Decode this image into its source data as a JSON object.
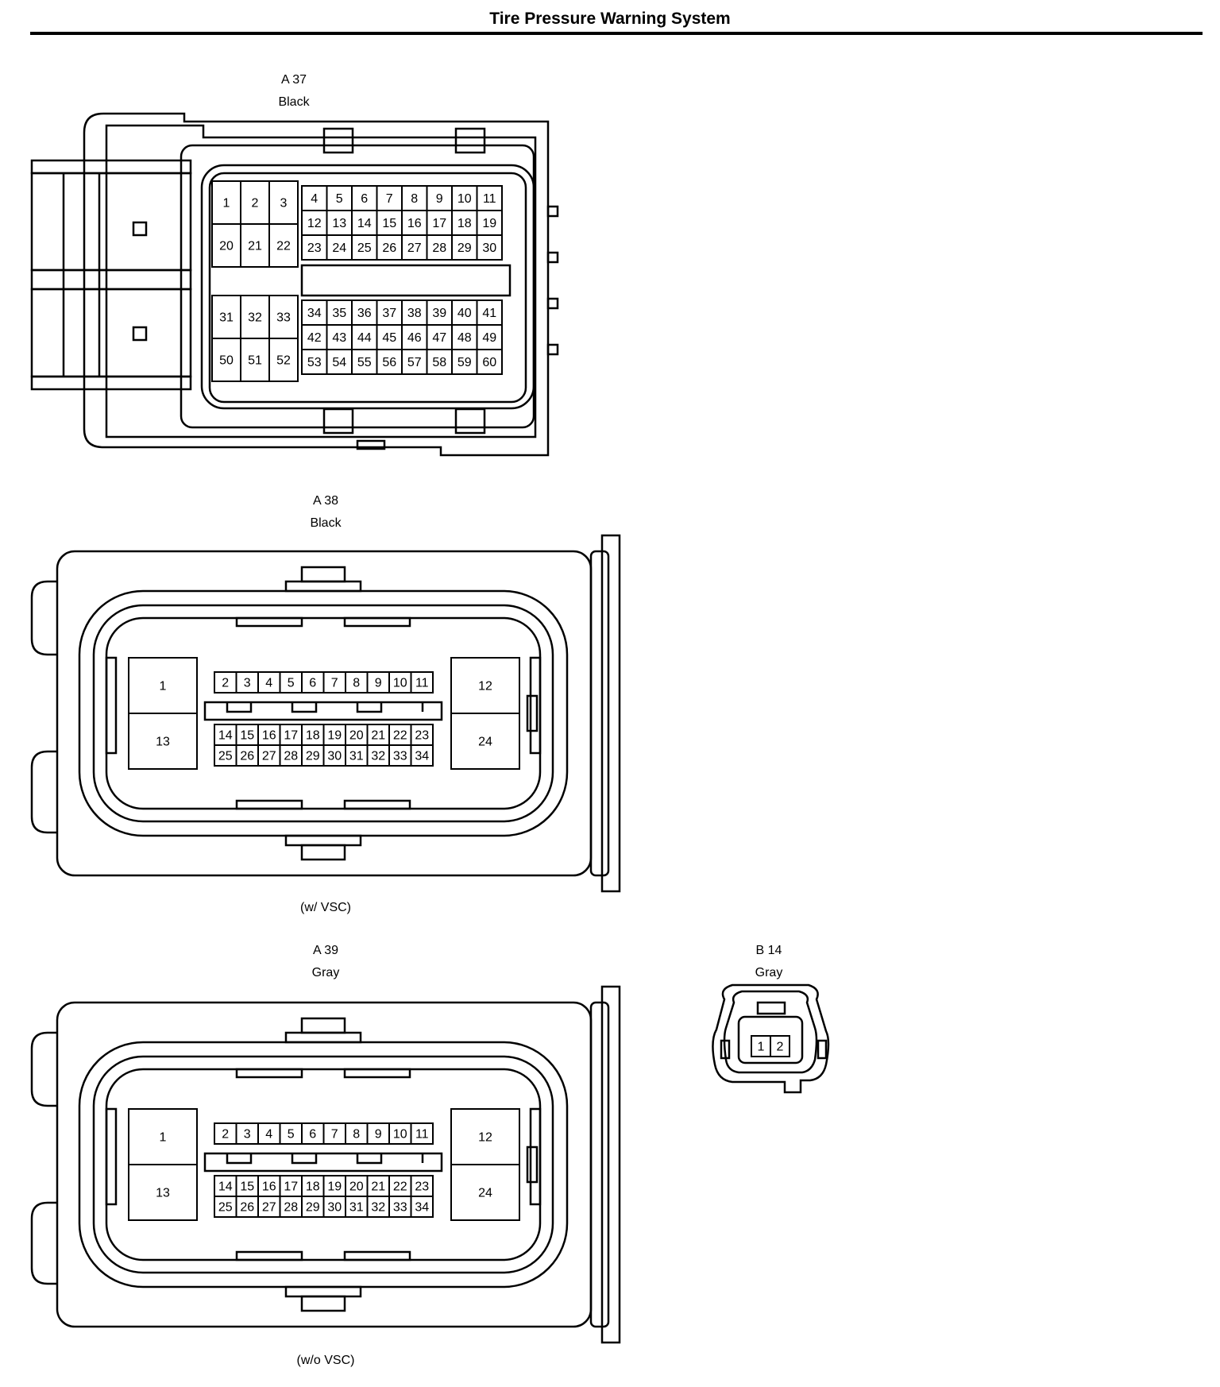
{
  "title": "Tire Pressure Warning System",
  "connectors": {
    "a37": {
      "id": "A 37",
      "color": "Black"
    },
    "a38": {
      "id": "A 38",
      "color": "Black",
      "note": "(w/ VSC)"
    },
    "a39": {
      "id": "A 39",
      "color": "Gray",
      "note": "(w/o VSC)"
    },
    "b14": {
      "id": "B 14",
      "color": "Gray"
    }
  },
  "a37_pins": {
    "left_top": [
      [
        "1",
        "2",
        "3"
      ],
      [
        "20",
        "21",
        "22"
      ]
    ],
    "left_bottom": [
      [
        "31",
        "32",
        "33"
      ],
      [
        "50",
        "51",
        "52"
      ]
    ],
    "right_top": [
      [
        "4",
        "5",
        "6",
        "7",
        "8",
        "9",
        "10",
        "11"
      ],
      [
        "12",
        "13",
        "14",
        "15",
        "16",
        "17",
        "18",
        "19"
      ],
      [
        "23",
        "24",
        "25",
        "26",
        "27",
        "28",
        "29",
        "30"
      ]
    ],
    "right_bottom": [
      [
        "34",
        "35",
        "36",
        "37",
        "38",
        "39",
        "40",
        "41"
      ],
      [
        "42",
        "43",
        "44",
        "45",
        "46",
        "47",
        "48",
        "49"
      ],
      [
        "53",
        "54",
        "55",
        "56",
        "57",
        "58",
        "59",
        "60"
      ]
    ]
  },
  "ecu_pins": {
    "left": [
      "1",
      "13"
    ],
    "right": [
      "12",
      "24"
    ],
    "top_row": [
      "2",
      "3",
      "4",
      "5",
      "6",
      "7",
      "8",
      "9",
      "10",
      "11"
    ],
    "row_2": [
      "14",
      "15",
      "16",
      "17",
      "18",
      "19",
      "20",
      "21",
      "22",
      "23"
    ],
    "row_3": [
      "25",
      "26",
      "27",
      "28",
      "29",
      "30",
      "31",
      "32",
      "33",
      "34"
    ]
  },
  "b14_pins": [
    "1",
    "2"
  ]
}
